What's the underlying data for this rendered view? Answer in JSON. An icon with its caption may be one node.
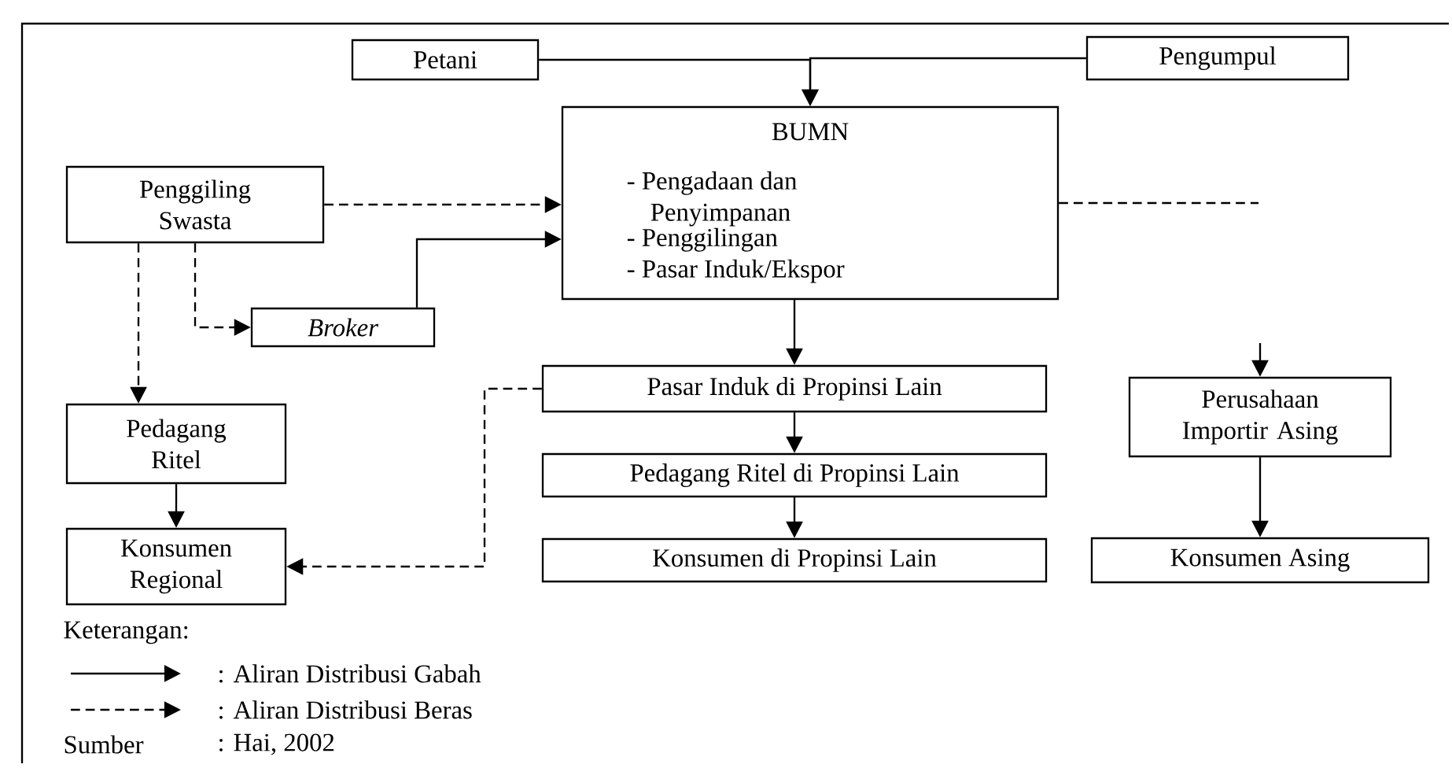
{
  "diagram": {
    "nodes": [
      {
        "text": [
          "Petani"
        ]
      },
      {
        "text": [
          "Pengumpul"
        ]
      },
      {
        "text": [
          "BUMN",
          "- Pengadaan dan Penyimpanan",
          "- Penggilingan",
          "- Pasar Induk/Ekspor"
        ]
      },
      {
        "text": [
          "Penggiling Swasta"
        ]
      },
      {
        "text": [
          "Broker"
        ]
      },
      {
        "text": [
          "Pasar Induk di Propinsi Lain"
        ]
      },
      {
        "text": [
          "Perusahaan Importir Asing"
        ]
      },
      {
        "text": [
          "Pedagang Ritel"
        ]
      },
      {
        "text": [
          "Pedagang Ritel di Propinsi Lain"
        ]
      },
      {
        "text": [
          "Konsumen Regional"
        ]
      },
      {
        "text": [
          "Konsumen di Propinsi Lain"
        ]
      },
      {
        "text": [
          "Konsumen Asing"
        ]
      }
    ],
    "edges": [
      {
        "from": 0,
        "to": 2,
        "arrow": "to"
      },
      {
        "from": 1,
        "to": 2,
        "arrow": "to"
      },
      {
        "from": 3,
        "to": 2,
        "arrow": "to",
        "style": "dashed"
      },
      {
        "from": 4,
        "to": 2,
        "arrow": "to"
      },
      {
        "from": 3,
        "to": 4,
        "arrow": "to",
        "style": "dashed"
      },
      {
        "from": 3,
        "to": 7,
        "arrow": "to",
        "style": "dashed"
      },
      {
        "from": 7,
        "to": 9,
        "arrow": "to"
      },
      {
        "from": 5,
        "to": 9,
        "arrow": "to",
        "style": "dashed"
      },
      {
        "from": 2,
        "to": 5,
        "arrow": "to"
      },
      {
        "from": 5,
        "to": 8,
        "arrow": "to"
      },
      {
        "from": 8,
        "to": 10,
        "arrow": "to"
      },
      {
        "from": 2,
        "to": null,
        "arrow": "none",
        "style": "dashed"
      },
      {
        "from": null,
        "to": 6,
        "arrow": "to"
      },
      {
        "from": 6,
        "to": 11,
        "arrow": "to"
      }
    ],
    "labels": [
      "Keterangan:",
      "Sumber",
      ": Hai, 2002"
    ],
    "legend": [
      {
        "text": ": Aliran Distribusi Gabah"
      },
      {
        "text": ": Aliran Distribusi Beras"
      }
    ]
  }
}
